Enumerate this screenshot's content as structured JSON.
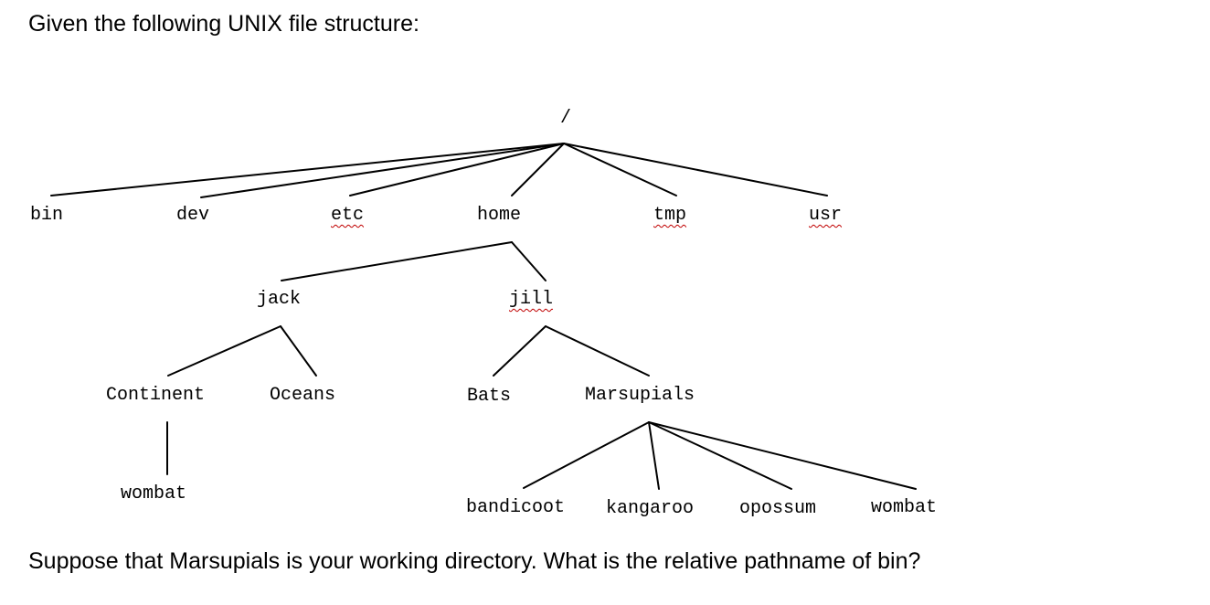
{
  "intro": "Given the following UNIX file structure:",
  "question": "Suppose that Marsupials is your working directory. What is the relative pathname of bin?",
  "tree": {
    "root": "/",
    "bin": "bin",
    "dev": "dev",
    "etc": "etc",
    "home": "home",
    "tmp": "tmp",
    "usr": "usr",
    "jack": "jack",
    "jill": "jill",
    "continent": "Continent",
    "oceans": "Oceans",
    "bats": "Bats",
    "marsupials": "Marsupials",
    "wombat_continent": "wombat",
    "bandicoot": "bandicoot",
    "kangaroo": "kangaroo",
    "opossum": "opossum",
    "wombat_marsupials": "wombat"
  },
  "colors": {
    "line": "#000000",
    "spellcheck": "#c00000"
  }
}
